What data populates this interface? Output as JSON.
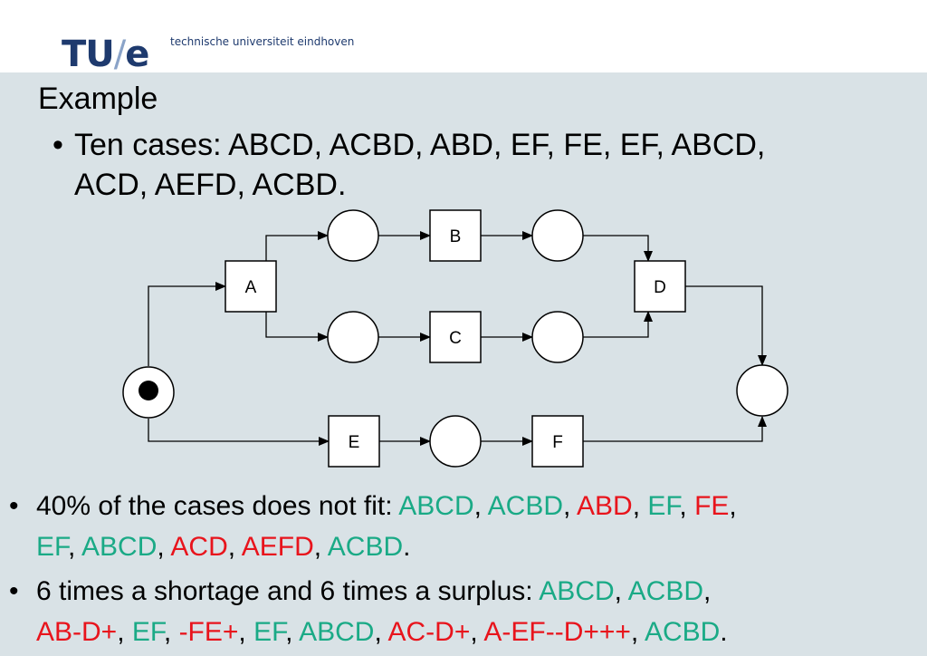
{
  "header": {
    "logo_left": "TU",
    "logo_slash": "/",
    "logo_right": "e",
    "institute": "technische universiteit eindhoven"
  },
  "slide": {
    "title": "Example",
    "bullet_char": "•",
    "cases": {
      "line1": "Ten cases: ABCD, ACBD, ABD, EF, FE, EF, ABCD,",
      "line2": "ACD, AEFD, ACBD."
    },
    "fit": {
      "line1": [
        {
          "text": "40% of the cases does not fit: ",
          "color": "default"
        },
        {
          "text": "ABCD",
          "color": "green"
        },
        {
          "text": ", ",
          "color": "default"
        },
        {
          "text": "ACBD",
          "color": "green"
        },
        {
          "text": ", ",
          "color": "default"
        },
        {
          "text": "ABD",
          "color": "red"
        },
        {
          "text": ", ",
          "color": "default"
        },
        {
          "text": "EF",
          "color": "green"
        },
        {
          "text": ", ",
          "color": "default"
        },
        {
          "text": "FE",
          "color": "red"
        },
        {
          "text": ",",
          "color": "default"
        }
      ],
      "line2": [
        {
          "text": "EF",
          "color": "green"
        },
        {
          "text": ", ",
          "color": "default"
        },
        {
          "text": "ABCD",
          "color": "green"
        },
        {
          "text": ", ",
          "color": "default"
        },
        {
          "text": "ACD",
          "color": "red"
        },
        {
          "text": ", ",
          "color": "default"
        },
        {
          "text": "AEFD",
          "color": "red"
        },
        {
          "text": ", ",
          "color": "default"
        },
        {
          "text": "ACBD",
          "color": "green"
        },
        {
          "text": ".",
          "color": "default"
        }
      ]
    },
    "shortage": {
      "line1": [
        {
          "text": "6 times a shortage and 6 times a surplus: ",
          "color": "default"
        },
        {
          "text": "ABCD",
          "color": "green"
        },
        {
          "text": ", ",
          "color": "default"
        },
        {
          "text": "ACBD",
          "color": "green"
        },
        {
          "text": ",",
          "color": "default"
        }
      ],
      "line2": [
        {
          "text": "AB-D+",
          "color": "red"
        },
        {
          "text": ", ",
          "color": "default"
        },
        {
          "text": "EF",
          "color": "green"
        },
        {
          "text": ", ",
          "color": "default"
        },
        {
          "text": "-FE+",
          "color": "red"
        },
        {
          "text": ", ",
          "color": "default"
        },
        {
          "text": "EF",
          "color": "green"
        },
        {
          "text": ", ",
          "color": "default"
        },
        {
          "text": "ABCD",
          "color": "green"
        },
        {
          "text": ", ",
          "color": "default"
        },
        {
          "text": "AC-D+",
          "color": "red"
        },
        {
          "text": ", ",
          "color": "default"
        },
        {
          "text": "A-EF--D+++",
          "color": "red"
        },
        {
          "text": ", ",
          "color": "default"
        },
        {
          "text": "ACBD",
          "color": "green"
        },
        {
          "text": ".",
          "color": "default"
        }
      ]
    }
  },
  "colors": {
    "brand": "#1e3a6e",
    "background": "#d9e2e6",
    "fit_green": "#1aaa86",
    "misfit_red": "#e8141c"
  },
  "petri_net": {
    "transitions": {
      "A": "A",
      "B": "B",
      "C": "C",
      "D": "D",
      "E": "E",
      "F": "F"
    },
    "initial_place_token": true
  }
}
